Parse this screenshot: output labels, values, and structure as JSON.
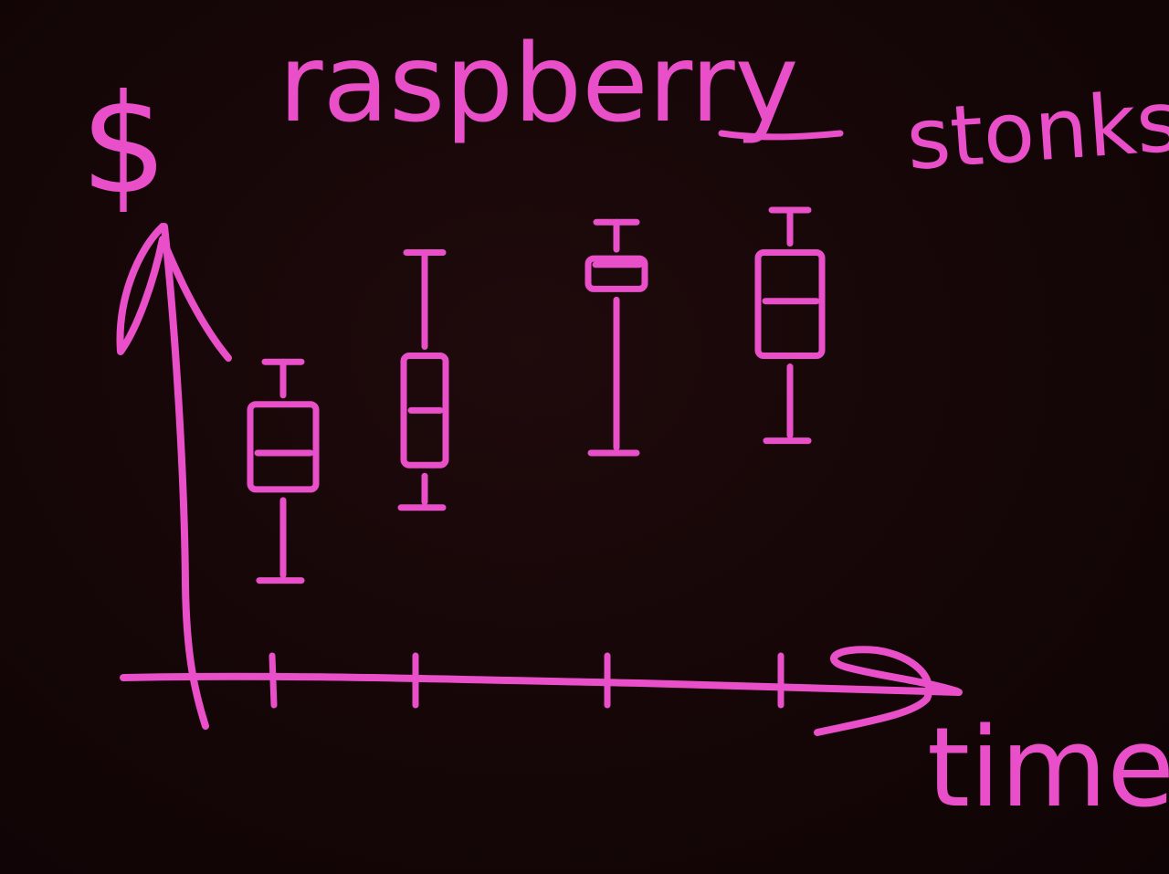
{
  "chart_data": {
    "type": "box",
    "title": "raspberry",
    "annotation": "stonks",
    "ylabel": "$",
    "xlabel": "time",
    "categories": [
      "",
      "",
      "",
      ""
    ],
    "boxes": [
      {
        "min": 1.6,
        "q1": 3.1,
        "median": 3.7,
        "q3": 4.5,
        "max": 5.2
      },
      {
        "min": 2.8,
        "q1": 3.5,
        "median": 4.4,
        "q3": 5.3,
        "max": 7.0
      },
      {
        "min": 3.7,
        "q1": 6.4,
        "median": 6.8,
        "q3": 6.9,
        "max": 7.5
      },
      {
        "min": 3.9,
        "q1": 5.3,
        "median": 6.2,
        "q3": 7.0,
        "max": 7.7
      }
    ],
    "ylim": [
      0,
      8
    ],
    "grid": false,
    "ink_color": "#e94fc8",
    "background_color": "#150607"
  }
}
